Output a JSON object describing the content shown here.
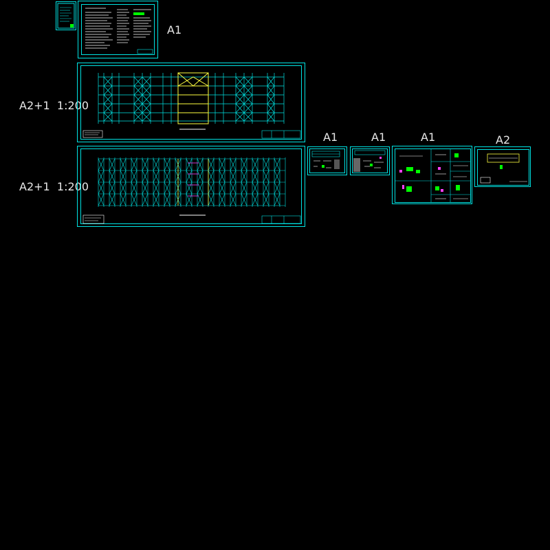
{
  "sheet_labels": {
    "cover": "A1",
    "elevation": "A2+1  1:200",
    "plan": "A2+1  1:200",
    "detail1": "A1",
    "detail2": "A1",
    "detail3": "A1",
    "detail4": "A2"
  },
  "colors": {
    "background": "#000000",
    "frame": "#00e5e5",
    "highlight": "#ffff40",
    "green": "#00ff00",
    "magenta": "#ff40ff",
    "white": "#ffffff",
    "label": "#e8e8e8"
  }
}
